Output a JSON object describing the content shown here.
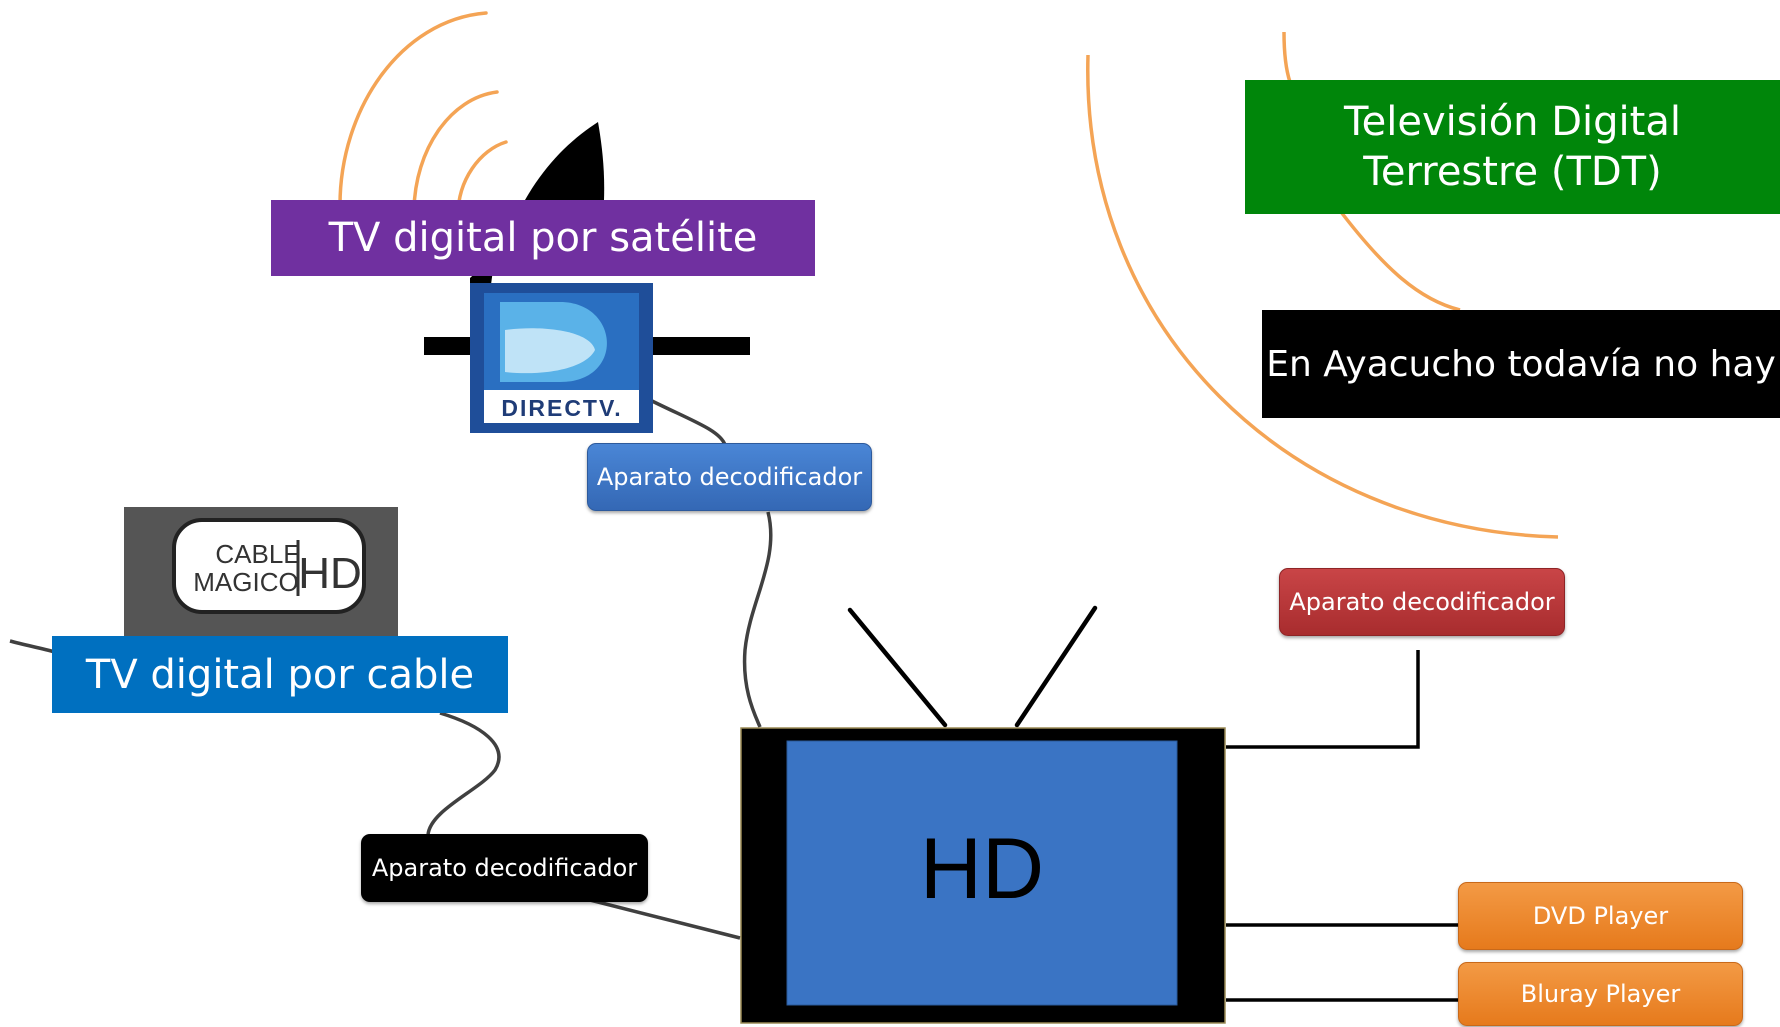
{
  "labels": {
    "satellite": "TV digital por satélite",
    "cable": "TV digital por cable",
    "tdt_line1": "Televisión Digital",
    "tdt_line2": "Terrestre (TDT)",
    "ayacucho": "En Ayacucho todavía no hay"
  },
  "decoders": {
    "satellite": "Aparato decodificador",
    "tdt": "Aparato decodificador",
    "cable": "Aparato decodificador"
  },
  "players": {
    "dvd": "DVD Player",
    "bluray": "Bluray Player"
  },
  "tv": {
    "screen_text": "HD"
  },
  "logos": {
    "directv": "DIRECTV.",
    "cable_line1": "CABLE",
    "cable_line2": "MAGICO",
    "cable_hd": "HD"
  },
  "colors": {
    "satellite_bg": "#7030A0",
    "cable_bg": "#0070C0",
    "tdt_bg": "#00860A",
    "ayacucho_bg": "#000000",
    "decoder_blue": "#3F7ACB",
    "decoder_red": "#C0393B",
    "decoder_black": "#000000",
    "player_orange": "#F0882B",
    "tv_screen": "#3A74C4",
    "signal_waves": "#F4A455"
  }
}
